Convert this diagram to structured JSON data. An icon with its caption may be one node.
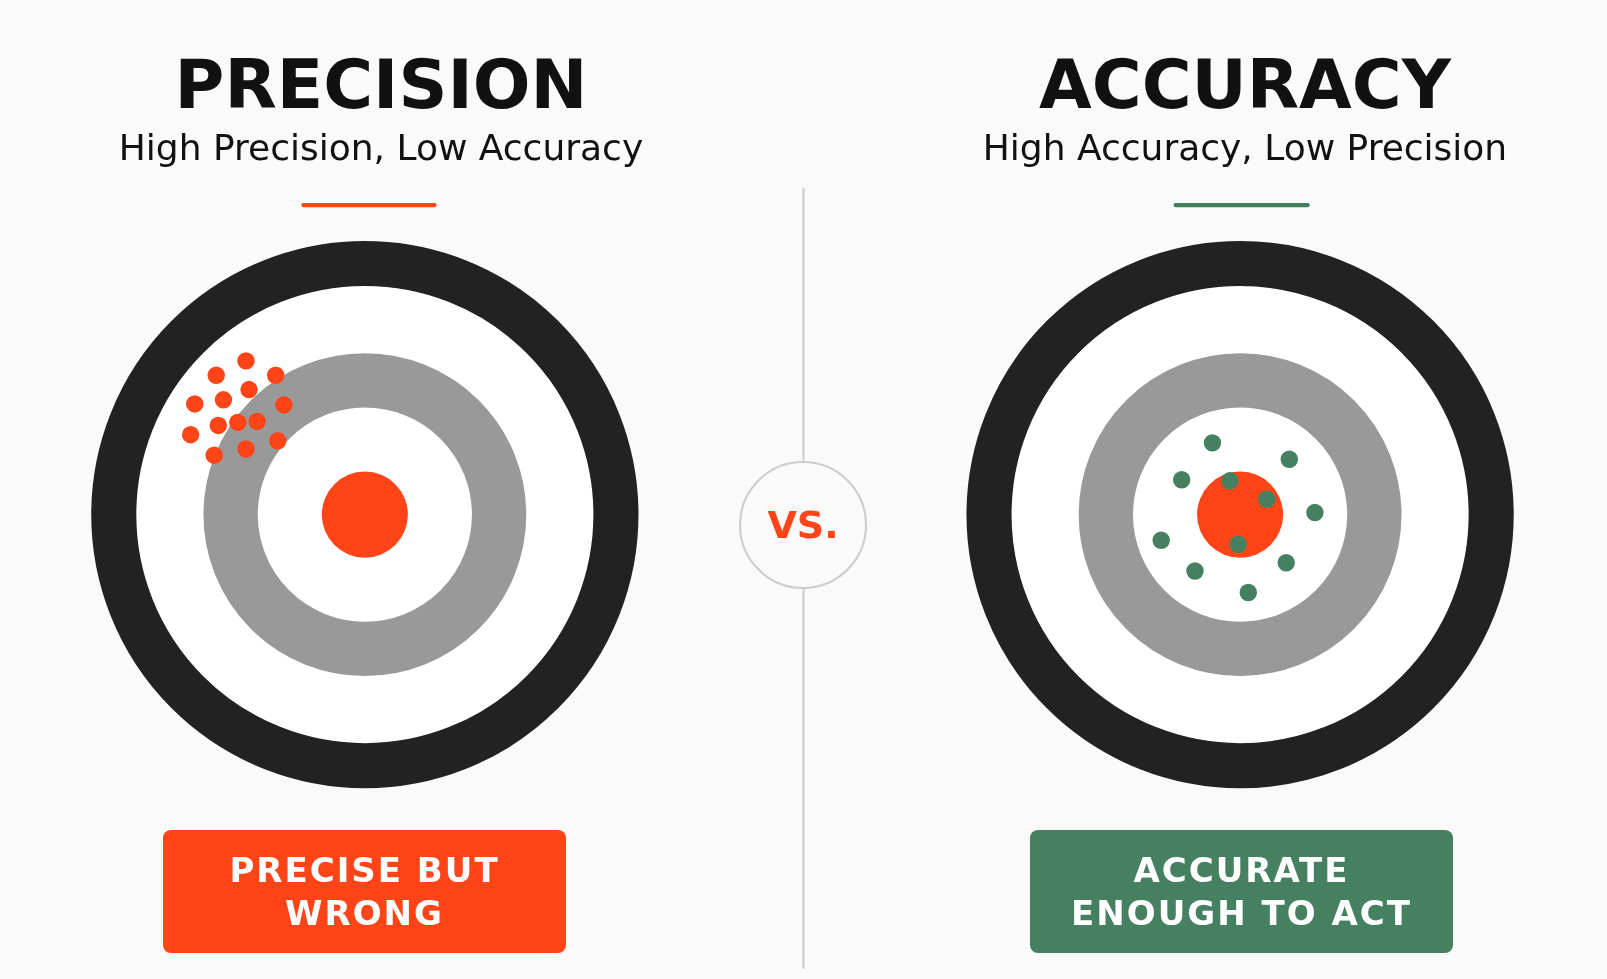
{
  "diagram": {
    "nodes": [
      {
        "text": [
          "PRECISE BUT WRONG"
        ]
      },
      {
        "text": [
          "VS."
        ]
      },
      {
        "text": [
          "ACCURATE ENOUGH TO ACT"
        ]
      }
    ],
    "labels": [
      "PRECISION",
      "High Precision, Low Accuracy",
      "ACCURACY",
      "High Accuracy, Low Precision"
    ]
  }
}
